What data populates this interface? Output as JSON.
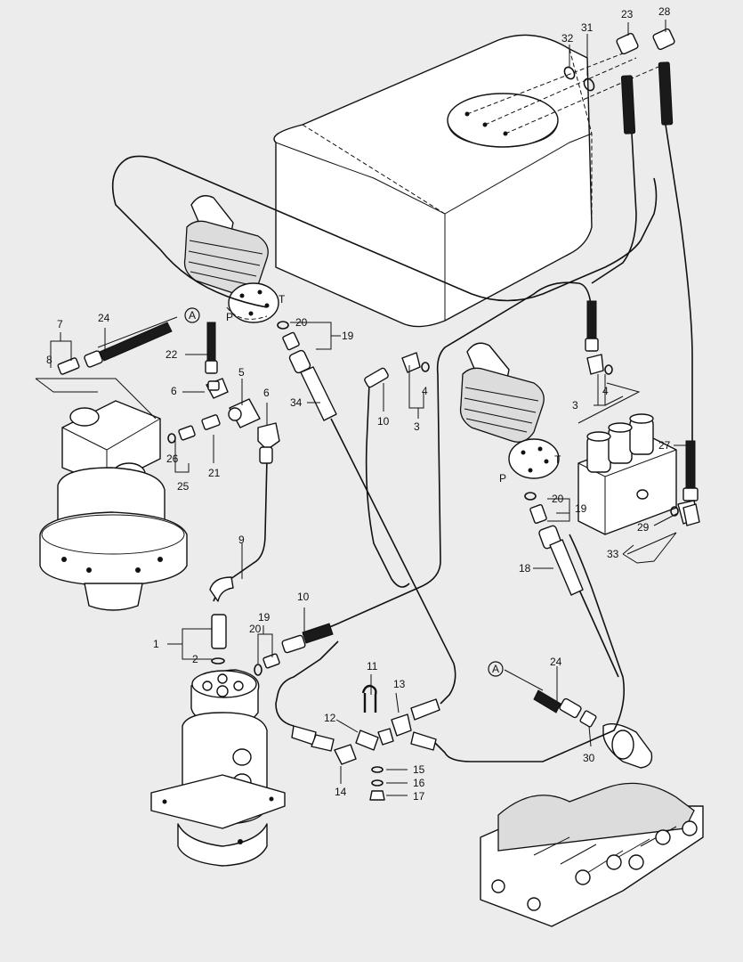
{
  "diagram": {
    "callouts": {
      "c1": "1",
      "c2": "2",
      "c3a": "3",
      "c3b": "3",
      "c4a": "4",
      "c4b": "4",
      "c5": "5",
      "c6a": "6",
      "c6b": "6",
      "c7": "7",
      "c8": "8",
      "c9": "9",
      "c10a": "10",
      "c10b": "10",
      "c11": "11",
      "c12": "12",
      "c13": "13",
      "c14": "14",
      "c15": "15",
      "c16": "16",
      "c17": "17",
      "c18": "18",
      "c19a": "19",
      "c19b": "19",
      "c19c": "19",
      "c20a": "20",
      "c20b": "20",
      "c20c": "20",
      "c21": "21",
      "c22": "22",
      "c23": "23",
      "c24a": "24",
      "c24b": "24",
      "c25": "25",
      "c26": "26",
      "c27": "27",
      "c28": "28",
      "c29": "29",
      "c30": "30",
      "c31": "31",
      "c32": "32",
      "c33": "33",
      "c34": "34"
    },
    "ports": {
      "p_left": "P",
      "t_left": "T",
      "p_right": "P",
      "t_right": "T"
    },
    "references": {
      "a_upper": "A",
      "a_lower": "A"
    }
  }
}
